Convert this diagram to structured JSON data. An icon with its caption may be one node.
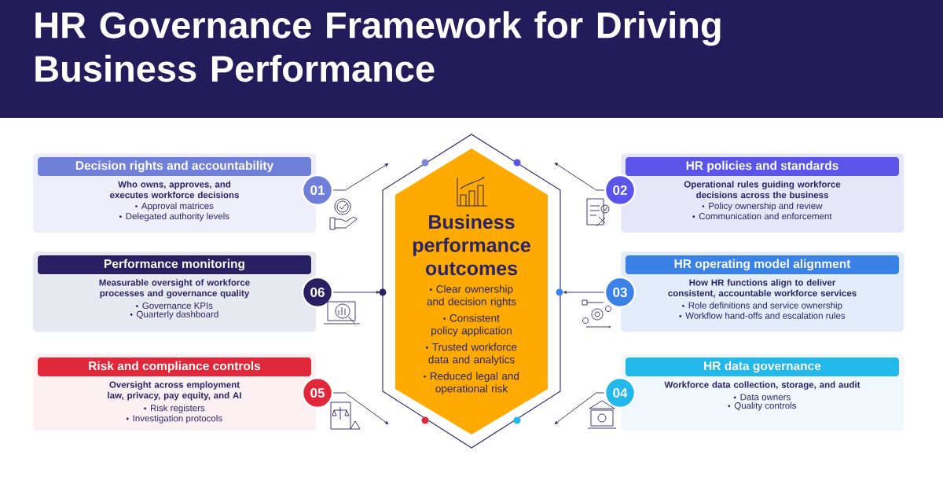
{
  "diagram": {
    "title": "HR Governance Framework for Driving Business Performance",
    "nodes": [
      {
        "text": [],
        "shape": "hexagon"
      },
      {
        "text": [
          "Business performance outcomes",
          "Clear ownership and decision rights",
          "Consistent policy application",
          "Trusted workforce data and analytics",
          "Reduced legal and operational risk"
        ],
        "in": 0
      },
      {
        "text": [
          "Decision rights and accountability",
          "Who owns, approves, and executes workforce decisions",
          "Approval matrices",
          "Delegated authority levels"
        ]
      },
      {
        "text": [
          "01"
        ]
      },
      {
        "text": [
          "02"
        ]
      },
      {
        "text": [
          "HR policies and standards",
          "Operational rules guiding workforce decisions across the business",
          "Policy ownership and review",
          "Communication and enforcement"
        ]
      },
      {
        "text": [
          "Performance monitoring",
          "Measurable oversight of workforce processes and governance quality",
          "Governance KPIs",
          "Quarterly dashboard"
        ]
      },
      {
        "text": [
          "06"
        ]
      },
      {
        "text": [
          "03"
        ]
      },
      {
        "text": [
          "HR operating model alignment",
          "How HR functions align to deliver consistent, accountable workforce services",
          "Role definitions and service ownership",
          "Workflow hand-offs and escalation rules"
        ]
      },
      {
        "text": [
          "Risk and compliance controls",
          "Oversight across employment law, privacy, pay equity, and AI",
          "Risk registers",
          "Investigation protocols"
        ]
      },
      {
        "text": [
          "05"
        ]
      },
      {
        "text": [
          "04"
        ]
      },
      {
        "text": [
          "HR data governance",
          "Workforce data collection, storage, and audit",
          "Data owners",
          "Quality controls"
        ]
      }
    ],
    "edges": [
      {
        "from": 3,
        "to": 0,
        "arrow": "to"
      },
      {
        "from": 4,
        "to": 0,
        "arrow": "to"
      },
      {
        "from": 7,
        "to": 0,
        "arrow": "to"
      },
      {
        "from": 8,
        "to": 0,
        "arrow": "to"
      },
      {
        "from": 11,
        "to": 0,
        "arrow": "to"
      },
      {
        "from": 12,
        "to": 0,
        "arrow": "to"
      }
    ]
  }
}
